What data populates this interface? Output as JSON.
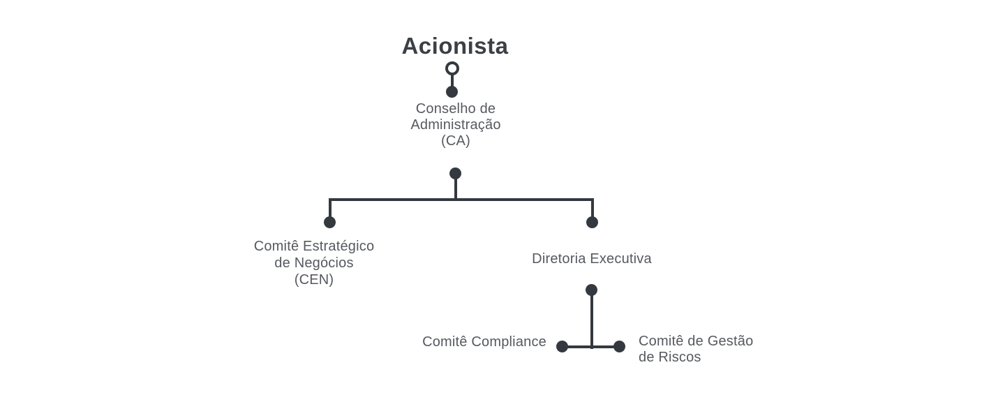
{
  "chart_type": "org-chart",
  "nodes": {
    "acionista": {
      "label": "Acionista",
      "level": 1
    },
    "conselho": {
      "label": "Conselho de\nAdministração\n(CA)",
      "level": 2
    },
    "cen": {
      "label": "Comitê Estratégico\nde Negócios\n(CEN)",
      "level": 3
    },
    "diretoria": {
      "label": "Diretoria Executiva",
      "level": 3
    },
    "compliance": {
      "label": "Comitê Compliance",
      "level": 4
    },
    "gestao_riscos": {
      "label": "Comitê de Gestão\nde Riscos",
      "level": 4
    }
  },
  "hierarchy": {
    "Acionista": [
      "Conselho de Administração (CA)"
    ],
    "Conselho de Administração (CA)": [
      "Comitê Estratégico de Negócios (CEN)",
      "Diretoria Executiva"
    ],
    "Diretoria Executiva": [
      "Comitê Compliance",
      "Comitê de Gestão de Riscos"
    ]
  },
  "colors": {
    "connector": "#343940",
    "title_text": "#3c4046",
    "label_text": "#56595f",
    "background": "#ffffff"
  }
}
